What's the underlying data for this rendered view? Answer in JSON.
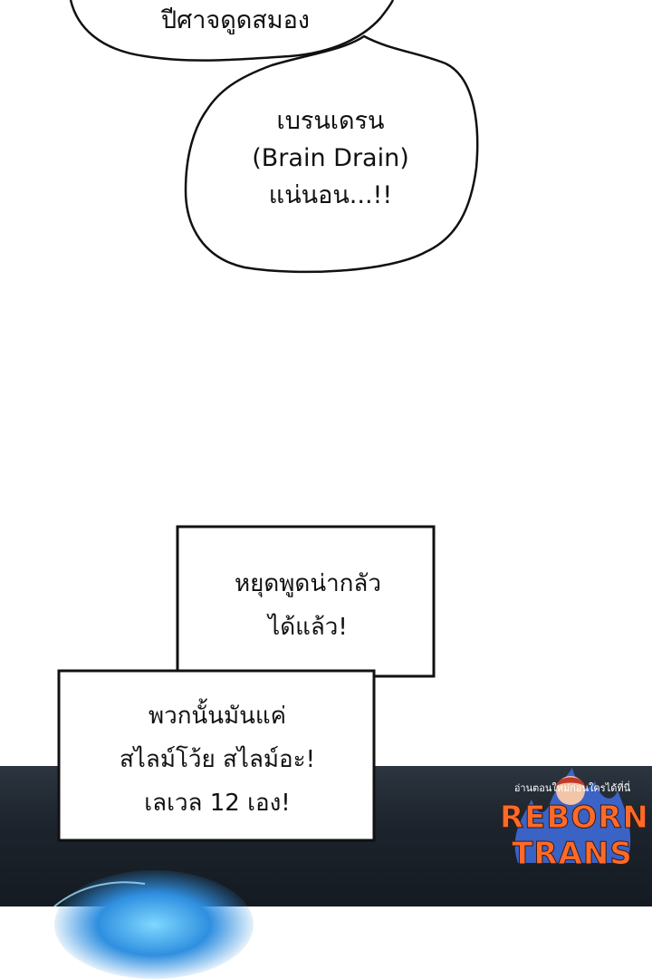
{
  "bubble_top": {
    "line1": "ปีศาจดูดสมอง"
  },
  "bubble_main": {
    "line1": "เบรนเดรน",
    "line2": "(Brain Drain)",
    "line3": "แน่นอน...!!"
  },
  "box_upper": {
    "line1": "หยุดพูดน่ากลัว",
    "line2": "ได้แล้ว!"
  },
  "box_lower": {
    "line1": "พวกนั้นมันแค่",
    "line2": "สไลม์โว้ย สไลม์อะ!",
    "line3": "เลเวล 12 เอง!"
  },
  "watermark": {
    "tagline": "อ่านตอนใหม่ก่อนใครได้ที่นี่",
    "line1": "REBORN",
    "line2": "TRANS"
  },
  "colors": {
    "background": "#ffffff",
    "ink": "#111111",
    "dark_scene": "#1d242d",
    "glow": "#2f8fe0",
    "watermark_fill": "#ff6a2a",
    "watermark_flame": "#3f6fe0"
  }
}
